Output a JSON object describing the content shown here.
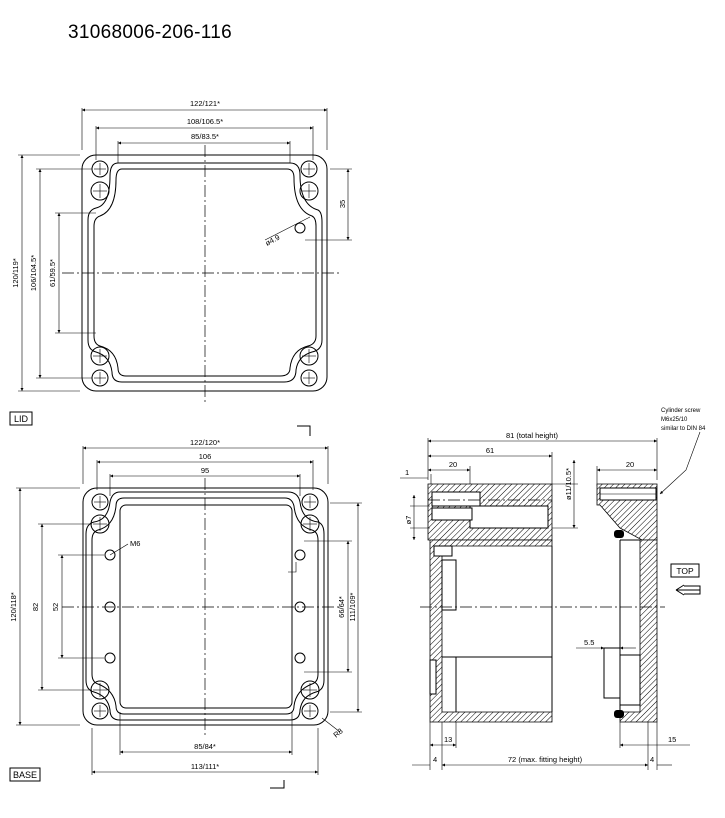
{
  "title": "31068006-206-116",
  "lid": {
    "label": "LID",
    "dims": {
      "outer_w": "122/121*",
      "mid_w": "108/106.5*",
      "inner_w": "85/83.5*",
      "outer_h": "120/119*",
      "mid_h": "106/104.5*",
      "inner_h": "61/59.5*",
      "hole_offset": "35",
      "hole_dia": "ø4.9"
    }
  },
  "base": {
    "label": "BASE",
    "dims": {
      "outer_w": "122/120*",
      "mid_w": "106",
      "inner_w": "95",
      "outer_h": "120/118*",
      "span_82": "82",
      "span_52": "52",
      "thread": "M6",
      "inner_h_right": "66/64*",
      "outer_h_right": "111/109*",
      "bottom_inner": "85/84*",
      "bottom_outer": "113/111*",
      "radius": "R8"
    }
  },
  "side": {
    "total_height": "81 (total height)",
    "d61": "61",
    "d20a": "20",
    "d20b": "20",
    "d1": "1",
    "d7": "ø7",
    "d11": "ø11/10.5*",
    "d5_5": "5.5",
    "d13": "13",
    "d15": "15",
    "d4a": "4",
    "d4b": "4",
    "fitting": "72 (max. fitting height)",
    "top_label": "TOP",
    "screw_note": [
      "Cylinder screw",
      "M6x25/10",
      "similar to DIN 84"
    ]
  }
}
